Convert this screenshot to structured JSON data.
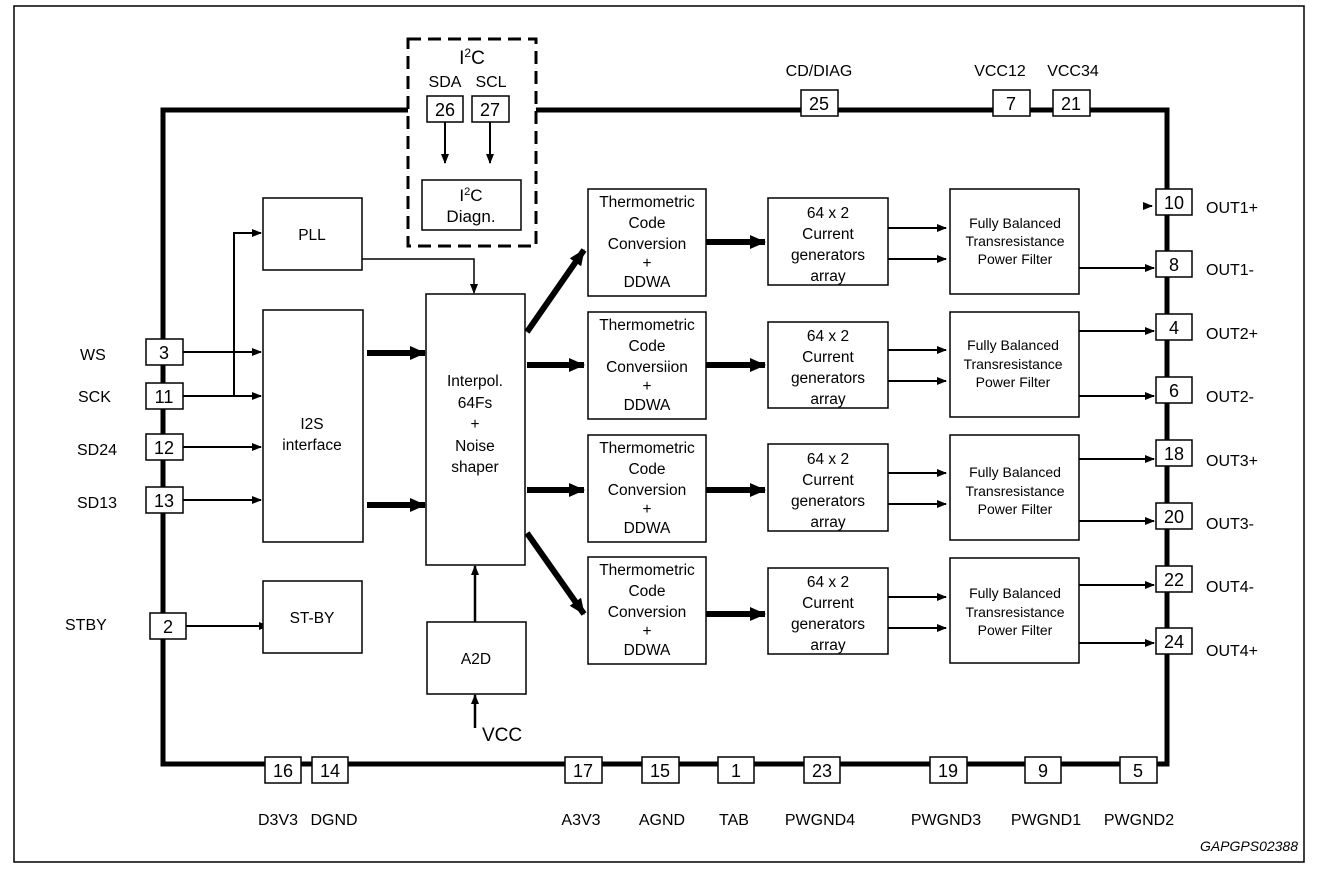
{
  "figure_id": "GAPGPS02388",
  "i2c": {
    "title_main": "I",
    "title_sup": "2",
    "title_end": "C",
    "sda_label": "SDA",
    "scl_label": "SCL",
    "sda_pin": "26",
    "scl_pin": "27",
    "diag_line1_main": "I",
    "diag_line1_sup": "2",
    "diag_line1_end": "C",
    "diag_line2": "Diagn."
  },
  "top_pins": [
    {
      "label": "CD/DIAG",
      "pin": "25"
    },
    {
      "label": "VCC12",
      "pin": "7"
    },
    {
      "label": "VCC34",
      "pin": "21"
    }
  ],
  "left_pins": [
    {
      "label": "WS",
      "pin": "3"
    },
    {
      "label": "SCK",
      "pin": "11"
    },
    {
      "label": "SD24",
      "pin": "12"
    },
    {
      "label": "SD13",
      "pin": "13"
    },
    {
      "label": "STBY",
      "pin": "2"
    }
  ],
  "right_pins": [
    {
      "label": "OUT1+",
      "pin": "10"
    },
    {
      "label": "OUT1-",
      "pin": "8"
    },
    {
      "label": "OUT2+",
      "pin": "4"
    },
    {
      "label": "OUT2-",
      "pin": "6"
    },
    {
      "label": "OUT3+",
      "pin": "18"
    },
    {
      "label": "OUT3-",
      "pin": "20"
    },
    {
      "label": "OUT4-",
      "pin": "22"
    },
    {
      "label": "OUT4+",
      "pin": "24"
    }
  ],
  "bottom_pins": [
    {
      "label": "D3V3",
      "pin": "16"
    },
    {
      "label": "DGND",
      "pin": "14"
    },
    {
      "label": "A3V3",
      "pin": "17"
    },
    {
      "label": "AGND",
      "pin": "15"
    },
    {
      "label": "TAB",
      "pin": "1"
    },
    {
      "label": "PWGND4",
      "pin": "23"
    },
    {
      "label": "PWGND3",
      "pin": "19"
    },
    {
      "label": "PWGND1",
      "pin": "9"
    },
    {
      "label": "PWGND2",
      "pin": "5"
    }
  ],
  "blocks": {
    "pll": "PLL",
    "i2s": [
      "I2S",
      "interface"
    ],
    "stby": "ST-BY",
    "interp": [
      "Interpol.",
      "64Fs",
      "+",
      "Noise",
      "shaper"
    ],
    "a2d": "A2D",
    "vcc": "VCC"
  },
  "channels": [
    {
      "thermo": [
        "Thermometric",
        "Code",
        "Conversion",
        "+",
        "DDWA"
      ],
      "current": [
        "64 x 2",
        "Current",
        "generators",
        "array"
      ],
      "filter": [
        "Fully Balanced",
        "Transresistance",
        "Power Filter"
      ]
    },
    {
      "thermo": [
        "Thermometric",
        "Code",
        "Conversiion",
        "+",
        "DDWA"
      ],
      "current": [
        "64 x 2",
        "Current",
        "generators",
        "array"
      ],
      "filter": [
        "Fully Balanced",
        "Transresistance",
        "Power Filter"
      ]
    },
    {
      "thermo": [
        "Thermometric",
        "Code",
        "Conversion",
        "+",
        "DDWA"
      ],
      "current": [
        "64 x 2",
        "Current",
        "generators",
        "array"
      ],
      "filter": [
        "Fully Balanced",
        "Transresistance",
        "Power Filter"
      ]
    },
    {
      "thermo": [
        "Thermometric",
        "Code",
        "Conversion",
        "+",
        "DDWA"
      ],
      "current": [
        "64 x 2",
        "Current",
        "generators",
        "array"
      ],
      "filter": [
        "Fully Balanced",
        "Transresistance",
        "Power Filter"
      ]
    }
  ]
}
